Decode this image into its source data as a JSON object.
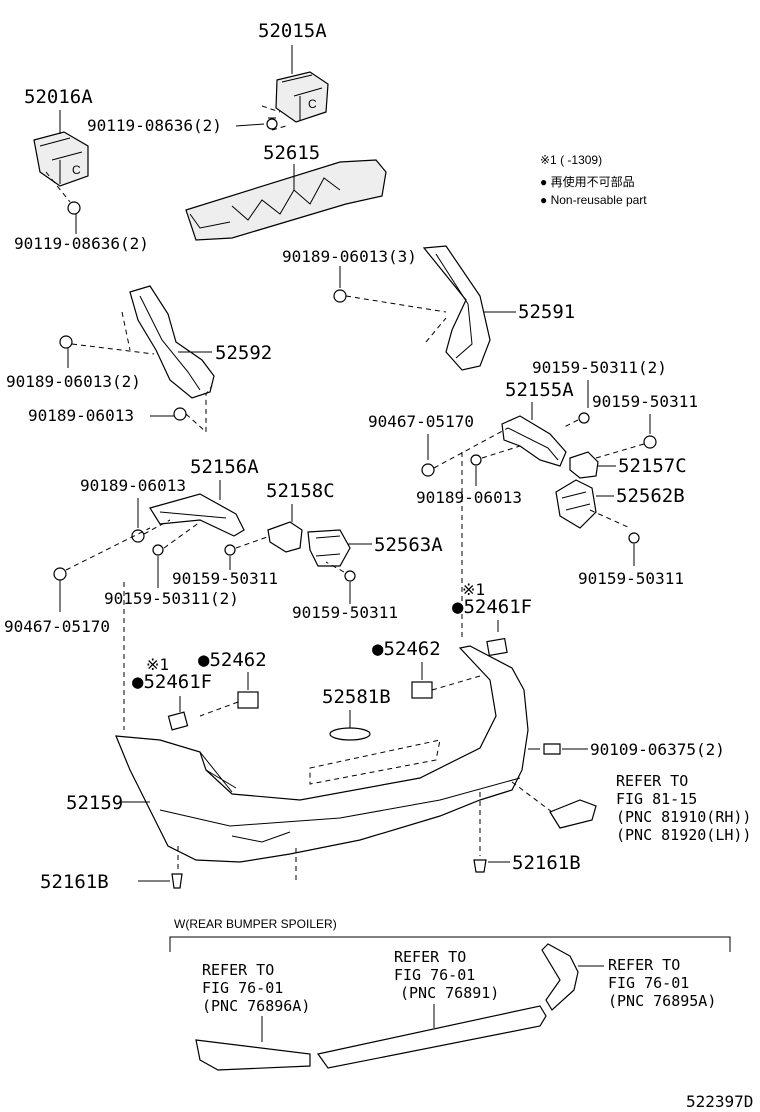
{
  "diagram_code": "522397D",
  "legend": {
    "mark_line": "※1 (      -1309)",
    "line1": "● 再使用不可部品",
    "line2": "● Non-reusable part"
  },
  "labels": {
    "p52015A": "52015A",
    "p52016A": "52016A",
    "c90119_a": "90119-08636(2)",
    "c90119_b": "90119-08636(2)",
    "p52615": "52615",
    "c90189_3": "90189-06013(3)",
    "p52591": "52591",
    "p52592": "52592",
    "c90189_2": "90189-06013(2)",
    "c90189_single_left": "90189-06013",
    "c90159_2_top": "90159-50311(2)",
    "p52155A": "52155A",
    "c90159_top": "90159-50311",
    "c90467_right": "90467-05170",
    "p52157C": "52157C",
    "c90189_single_mid": "90189-06013",
    "p52562B": "52562B",
    "c90189_single_upper": "90189-06013",
    "p52156A": "52156A",
    "p52158C": "52158C",
    "p52563A": "52563A",
    "c90159_mid": "90159-50311",
    "c90159_2_mid": "90159-50311(2)",
    "c90159_bottom_mid": "90159-50311",
    "c90159_right_bottom": "90159-50311",
    "c90467_left": "90467-05170",
    "mark_right": "※1",
    "p52461F_right": "●52461F",
    "p52462_mid": "●52462",
    "p52462_left": "●52462",
    "mark_left": "※1",
    "p52461F_left": "●52461F",
    "p52581B": "52581B",
    "c90109": "90109-06375(2)",
    "ref81_title": "REFER TO",
    "ref81_fig": "FIG 81-15",
    "ref81_pnc1": "(PNC 81910(RH))",
    "ref81_pnc2": "(PNC 81920(LH))",
    "p52159": "52159",
    "p52161B_right": "52161B",
    "p52161B_left": "52161B",
    "spoiler_caption": "W(REAR BUMPER SPOILER)",
    "refA_title": "REFER TO",
    "refA_fig": "FIG 76-01",
    "refA_pnc": "(PNC 76896A)",
    "refB_title": "REFER TO",
    "refB_fig": "FIG 76-01",
    "refB_pnc": "(PNC 76891)",
    "refC_title": "REFER TO",
    "refC_fig": "FIG 76-01",
    "refC_pnc": "(PNC 76895A)"
  }
}
